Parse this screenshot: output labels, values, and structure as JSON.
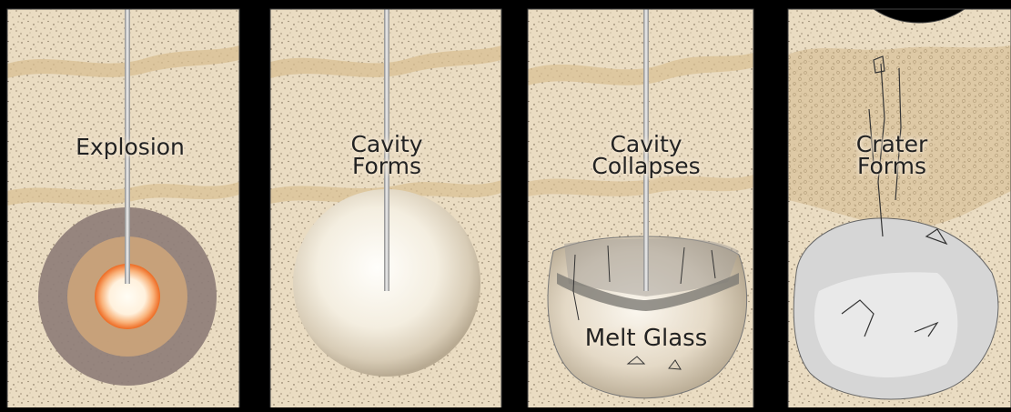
{
  "figure": {
    "panels": [
      {
        "id": "explosion",
        "label_lines": [
          "Explosion"
        ]
      },
      {
        "id": "cavity-forms",
        "label_lines": [
          "Cavity",
          "Forms"
        ]
      },
      {
        "id": "cavity-collapses",
        "label_lines": [
          "Cavity",
          "Collapses"
        ],
        "inner_label": "Melt Glass"
      },
      {
        "id": "crater-forms",
        "label_lines": [
          "Crater",
          "Forms"
        ]
      }
    ]
  },
  "colors": {
    "background": "#000000",
    "sediment": "#e8d8bd",
    "sediment_speckle": "#6b5a45",
    "layer_band": "#d6bb8c",
    "shock_zone": "#8e7d78",
    "heated_zone": "#c9a27a",
    "fireball_core": "#fffaf0",
    "fireball_edge": "#f07a2a",
    "cavity_light": "#fffdf7",
    "cavity_dark": "#c8bca7",
    "rubble_gray": "#8a8a8a",
    "pipe": "#e9e9e9"
  }
}
